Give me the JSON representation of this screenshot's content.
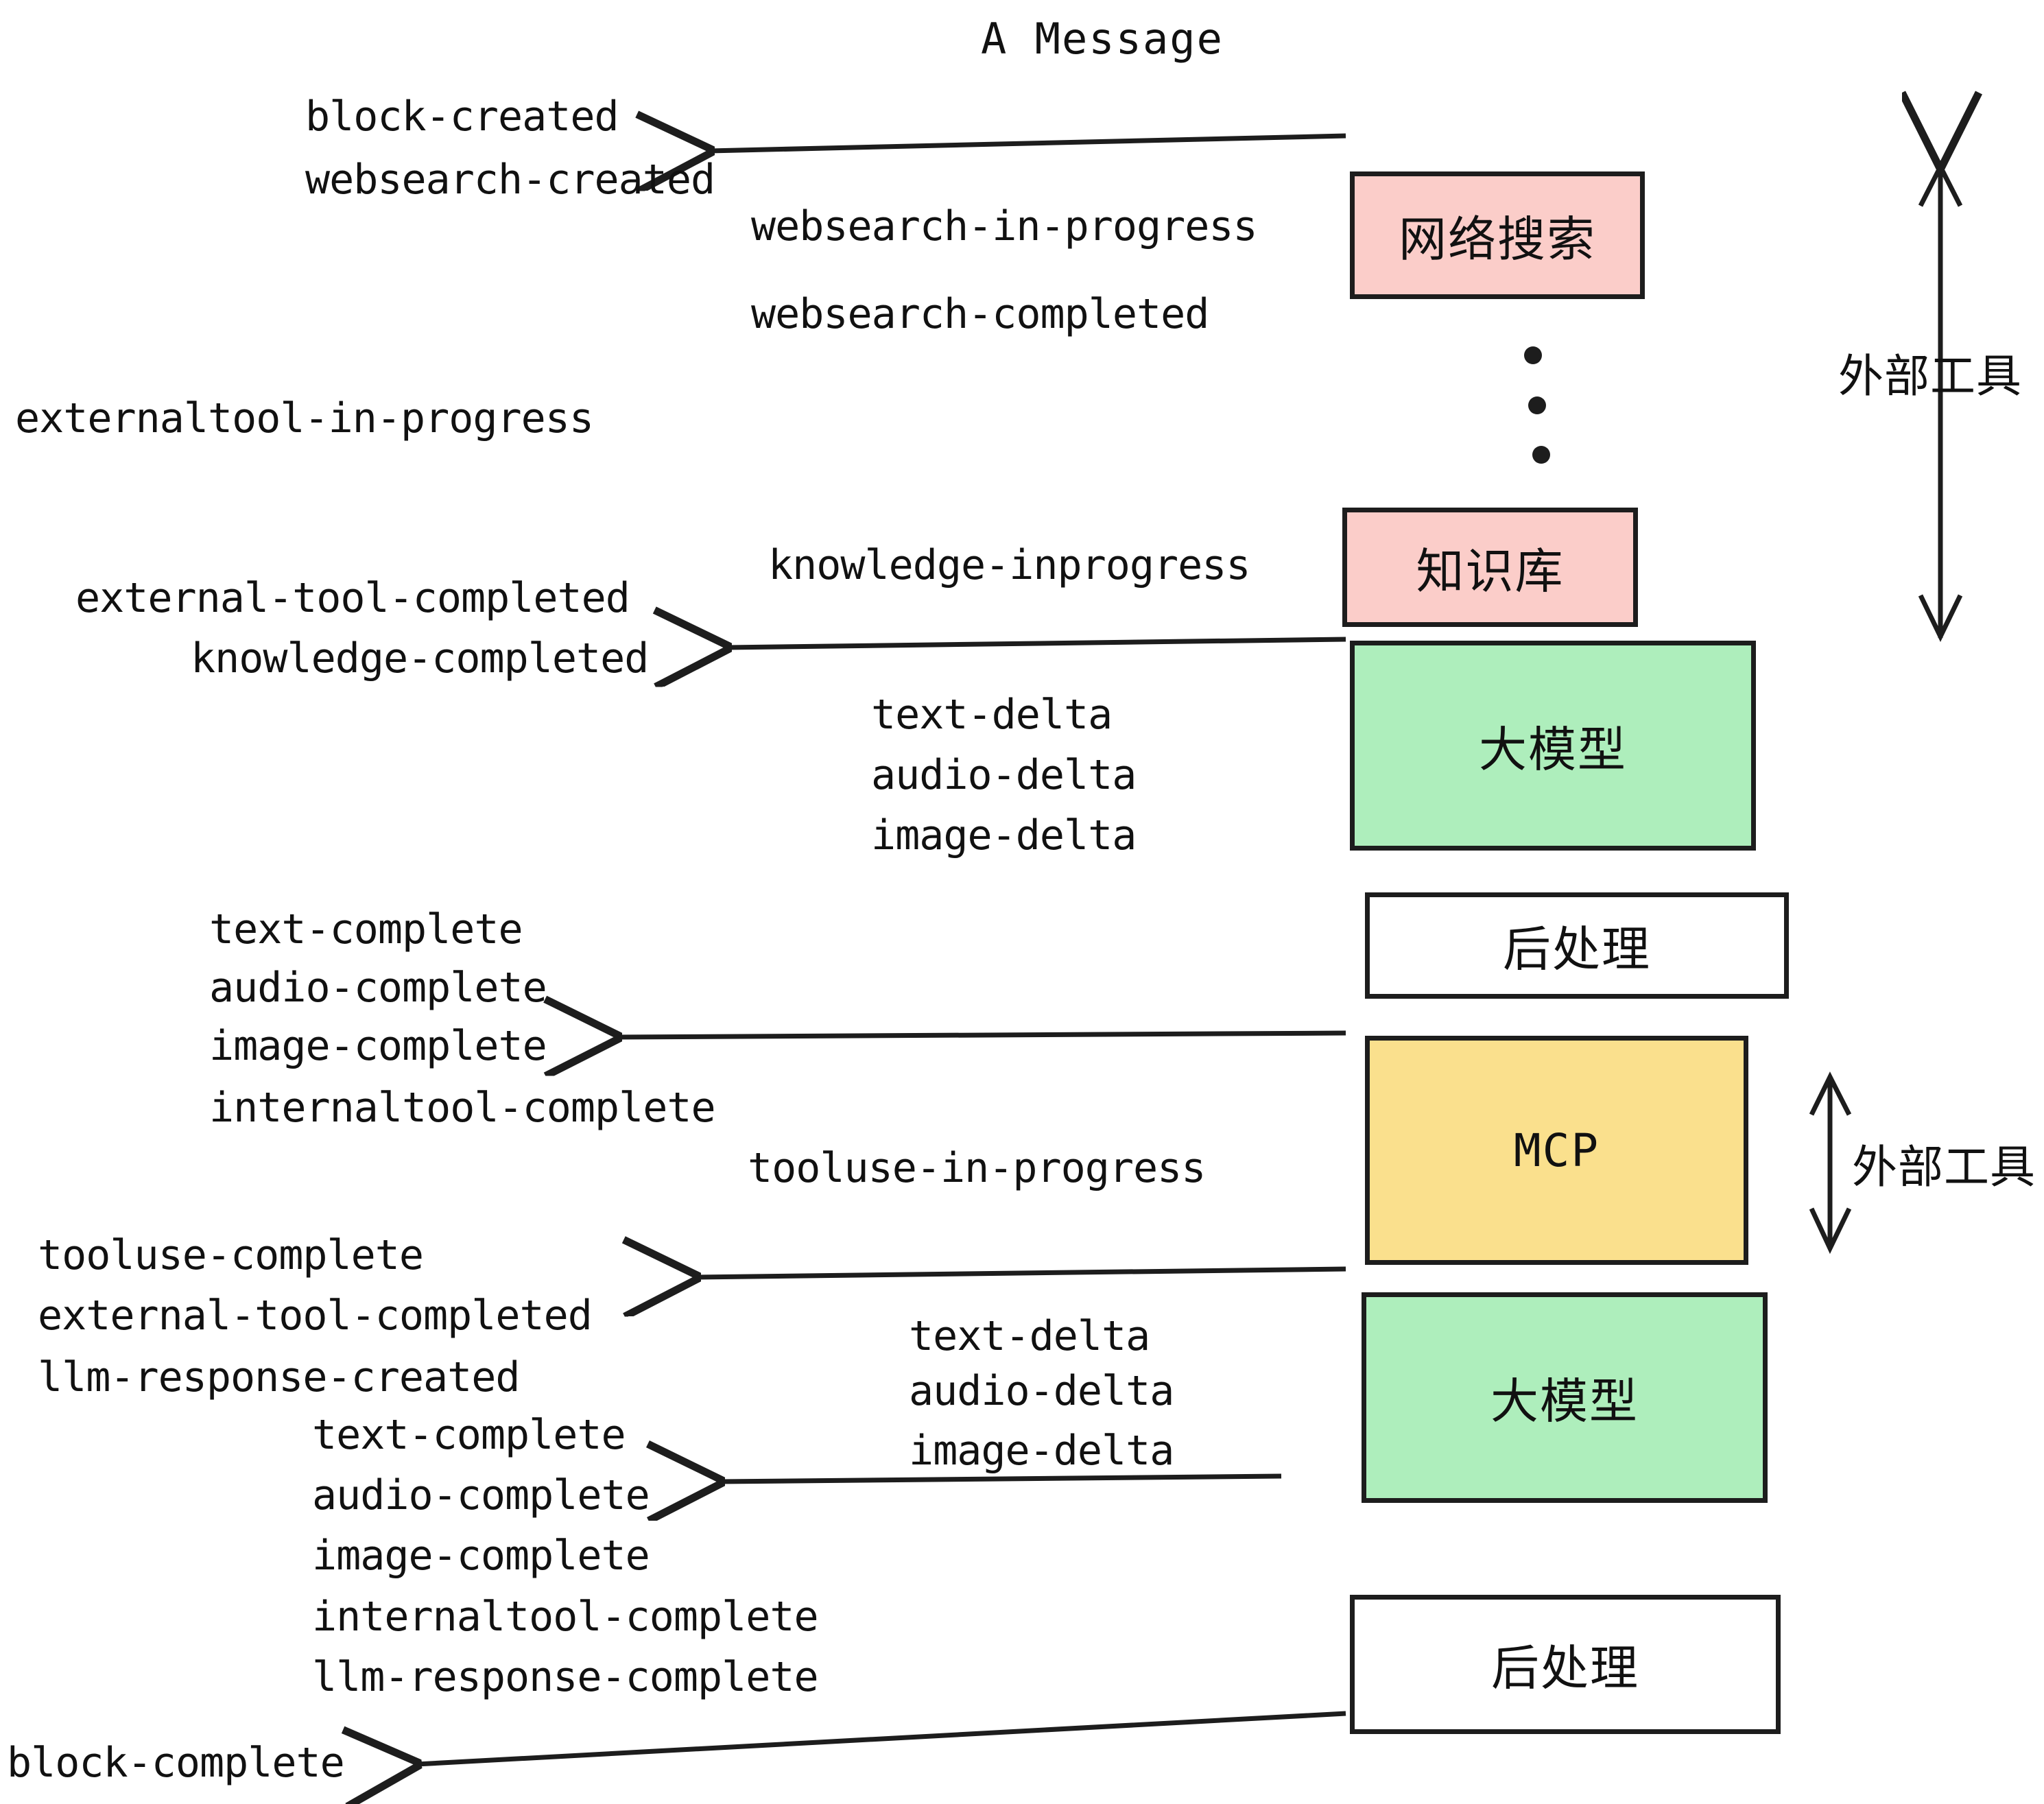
{
  "title": "A Message",
  "boxes": [
    {
      "label": "网络搜索",
      "color": "#fbcdc9"
    },
    {
      "label": "知识库",
      "color": "#fbcdc9"
    },
    {
      "label": "大模型",
      "color": "#aeeebc"
    },
    {
      "label": "后处理",
      "color": "#ffffff"
    },
    {
      "label": "MCP",
      "color": "#fae08d"
    },
    {
      "label": "大模型",
      "color": "#aeeebc"
    },
    {
      "label": "后处理",
      "color": "#ffffff"
    }
  ],
  "side_labels": [
    {
      "text": "外部工具"
    },
    {
      "text": "外部工具"
    }
  ],
  "events": [
    {
      "text": "block-created"
    },
    {
      "text": "websearch-created"
    },
    {
      "text": "websearch-in-progress"
    },
    {
      "text": "websearch-completed"
    },
    {
      "text": "externaltool-in-progress"
    },
    {
      "text": "knowledge-inprogress"
    },
    {
      "text": "external-tool-completed"
    },
    {
      "text": "knowledge-completed"
    },
    {
      "text": "text-delta"
    },
    {
      "text": "audio-delta"
    },
    {
      "text": "image-delta"
    },
    {
      "text": "text-complete"
    },
    {
      "text": "audio-complete"
    },
    {
      "text": "image-complete"
    },
    {
      "text": "internaltool-complete"
    },
    {
      "text": "tooluse-in-progress"
    },
    {
      "text": "tooluse-complete"
    },
    {
      "text": "external-tool-completed"
    },
    {
      "text": "llm-response-created"
    },
    {
      "text": "text-delta"
    },
    {
      "text": "audio-delta"
    },
    {
      "text": "image-delta"
    },
    {
      "text": "text-complete"
    },
    {
      "text": "audio-complete"
    },
    {
      "text": "image-complete"
    },
    {
      "text": "internaltool-complete"
    },
    {
      "text": "llm-response-complete"
    },
    {
      "text": "block-complete"
    }
  ],
  "colors": {
    "pink": "#fbcdc9",
    "green": "#aeeebc",
    "yellow": "#fae08d",
    "white": "#ffffff",
    "stroke": "#1d1d1d",
    "text": "#111111"
  }
}
